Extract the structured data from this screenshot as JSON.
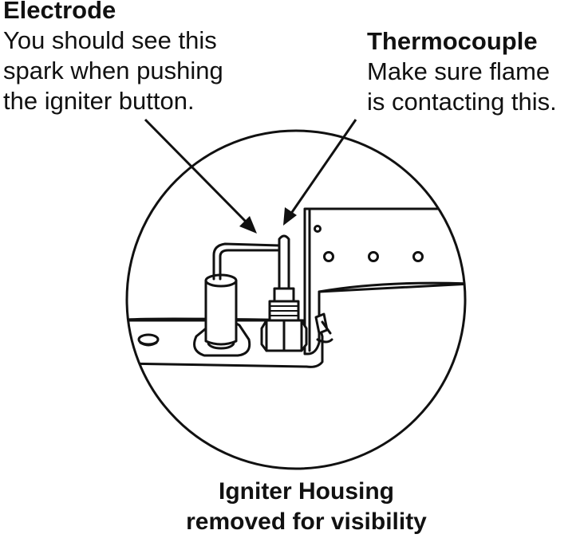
{
  "electrode": {
    "title": "Electrode",
    "lines": [
      "You should see this",
      "spark when pushing",
      "the igniter button."
    ]
  },
  "thermocouple": {
    "title": "Thermocouple",
    "lines": [
      "Make sure flame",
      "is contacting this."
    ]
  },
  "caption": {
    "lines": [
      "Igniter Housing",
      "removed for visibility"
    ]
  }
}
